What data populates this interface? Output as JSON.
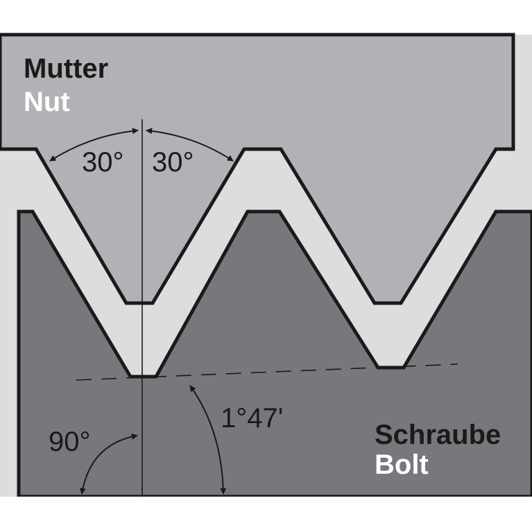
{
  "labels": {
    "nut_de": "Mutter",
    "nut_en": "Nut",
    "bolt_de": "Schraube",
    "bolt_en": "Bolt",
    "angle_flank_left": "30°",
    "angle_flank_right": "30°",
    "angle_right": "90°",
    "angle_lead": "1°47'"
  },
  "colors": {
    "nut_fill": "#b0b2b5",
    "gap_fill": "#dcdddf",
    "bolt_fill": "#77787b",
    "line": "#1a1a1a",
    "label_dark": "#1a1a1a",
    "label_light": "#ffffff"
  }
}
